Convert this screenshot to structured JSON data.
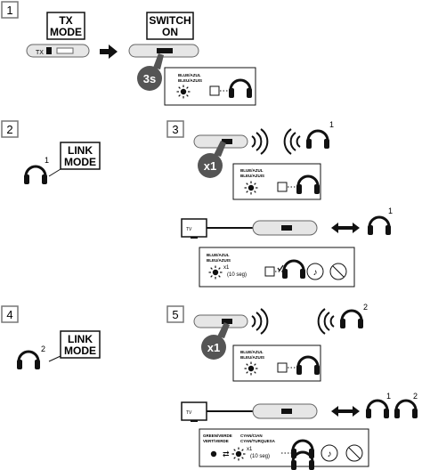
{
  "steps": {
    "s1": "1",
    "s2": "2",
    "s3": "3",
    "s4": "4",
    "s5": "5"
  },
  "labels": {
    "tx_mode_line1": "TX",
    "tx_mode_line2": "MODE",
    "switch_on_line1": "SWITCH",
    "switch_on_line2": "ON",
    "link_mode_line1": "LINK",
    "link_mode_line2": "MODE",
    "tx_switch_text": "TX",
    "hold_time": "3s",
    "press_once": "x1",
    "blue_line1": "BLUE/AZUL",
    "blue_line2": "BLEU/AZUIS",
    "duration": "(10 seg)",
    "times_one": "x1",
    "tv": "TV",
    "green_line1": "GREEN/VERDE",
    "green_line2": "VERT/VERDE",
    "cyan_line1": "CYAN/CIAN",
    "cyan_line2": "CYAN/TURQUESA",
    "headphone_1": "1",
    "headphone_2": "2"
  },
  "colors": {
    "ink": "#111111",
    "device": "#d9d9d9",
    "hand": "#555555",
    "step_border": "#777777"
  },
  "icons": [
    "headphones-icon",
    "sun-led-icon",
    "music-note-icon",
    "mute-icon",
    "tv-icon",
    "hand-icon",
    "arrow-right-icon",
    "double-arrow-icon",
    "signal-waves-icon"
  ]
}
